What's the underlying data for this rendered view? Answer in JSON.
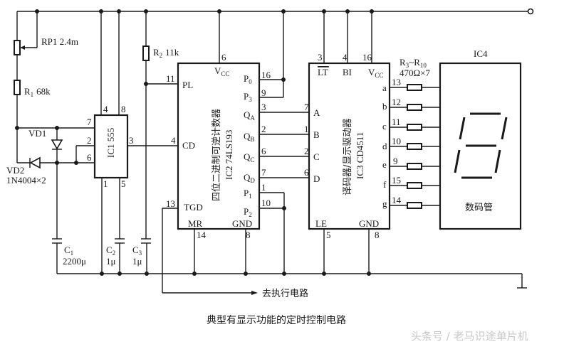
{
  "caption": "典型有显示功能的定时控制电路",
  "watermark": "头条号 / 老马识途单片机",
  "output_label": "去执行电路",
  "components": {
    "rp1": {
      "name": "RP1",
      "value": "2.4m"
    },
    "r1": {
      "name": "R",
      "sub": "1",
      "value": "68k"
    },
    "r2": {
      "name": "R",
      "sub": "2",
      "value": "11k"
    },
    "r3_r10": {
      "name_a": "R",
      "sub_a": "3",
      "sep": "~",
      "name_b": "R",
      "sub_b": "10",
      "value": "470Ω×7"
    },
    "vd1": {
      "name": "VD1"
    },
    "vd2": {
      "name": "VD2",
      "value": "1N4004×2"
    },
    "c1": {
      "name": "C",
      "sub": "1",
      "value": "2200μ"
    },
    "c2": {
      "name": "C",
      "sub": "2",
      "value": "1μ"
    },
    "c3": {
      "name": "C",
      "sub": "3",
      "value": "1μ"
    }
  },
  "ic1": {
    "label": "IC1 555",
    "pins": {
      "p4": "4",
      "p8": "8",
      "p7": "7",
      "p2": "2",
      "p6": "6",
      "p3": "3",
      "p1": "1",
      "p5": "5"
    }
  },
  "ic2": {
    "title_cn": "四位二进制可逆计数器",
    "title": "IC2 74LS193",
    "pin_names": {
      "vcc": "V",
      "vcc_sub": "CC",
      "pl": "PL",
      "cd": "CD",
      "tgd": "TGD",
      "mr": "MR",
      "gnd": "GND",
      "p0": "P",
      "p0_sub": "0",
      "p3": "P",
      "p3_sub": "3",
      "qa": "Q",
      "qa_sub": "A",
      "qb": "Q",
      "qb_sub": "B",
      "qc": "Q",
      "qc_sub": "C",
      "qd": "Q",
      "qd_sub": "D",
      "p1": "P",
      "p1_sub": "1",
      "p2": "P",
      "p2_sub": "2"
    },
    "pins": {
      "vcc": "6",
      "pl": "11",
      "cd": "4",
      "tgd": "13",
      "mr": "14",
      "gnd": "8",
      "p0": "16",
      "p3": "9",
      "qa": "3",
      "qb": "2",
      "qc": "6",
      "qd": "7",
      "p1": "1",
      "p2": "10"
    }
  },
  "ic3": {
    "title_cn": "译码器/显示驱动器",
    "title": "IC3 CD4511",
    "pin_names": {
      "lt": "LT",
      "bi": "BI",
      "vcc": "V",
      "vcc_sub": "CC",
      "a_in": "A",
      "b_in": "B",
      "c_in": "C",
      "d_in": "D",
      "le": "LE",
      "gnd": "GND",
      "a": "a",
      "b": "b",
      "c": "c",
      "d": "d",
      "e": "e",
      "f": "f",
      "g": "g"
    },
    "pins": {
      "lt": "3",
      "bi": "4",
      "vcc": "16",
      "a_in": "7",
      "b_in": "1",
      "c_in": "2",
      "d_in": "6",
      "le": "5",
      "gnd": "8",
      "a": "13",
      "b": "12",
      "c": "11",
      "d": "10",
      "e": "9",
      "f": "15",
      "g": "14"
    }
  },
  "ic4": {
    "label": "IC4",
    "desc": "数码管"
  }
}
